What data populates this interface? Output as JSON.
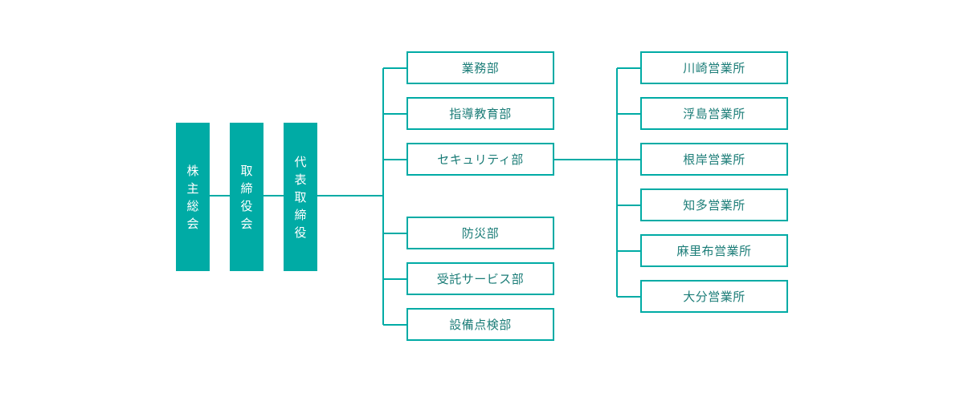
{
  "org": {
    "shareholders": "株主総会",
    "board": "取締役会",
    "president": "代表取締役",
    "departments": [
      "業務部",
      "指導教育部",
      "セキュリティ部",
      "防災部",
      "受託サービス部",
      "設備点検部"
    ],
    "offices": [
      "川崎営業所",
      "浮島営業所",
      "根岸営業所",
      "知多営業所",
      "麻里布営業所",
      "大分営業所"
    ]
  },
  "colors": {
    "accent": "#00aba5",
    "text": "#1c7d78",
    "background": "#ffffff"
  }
}
